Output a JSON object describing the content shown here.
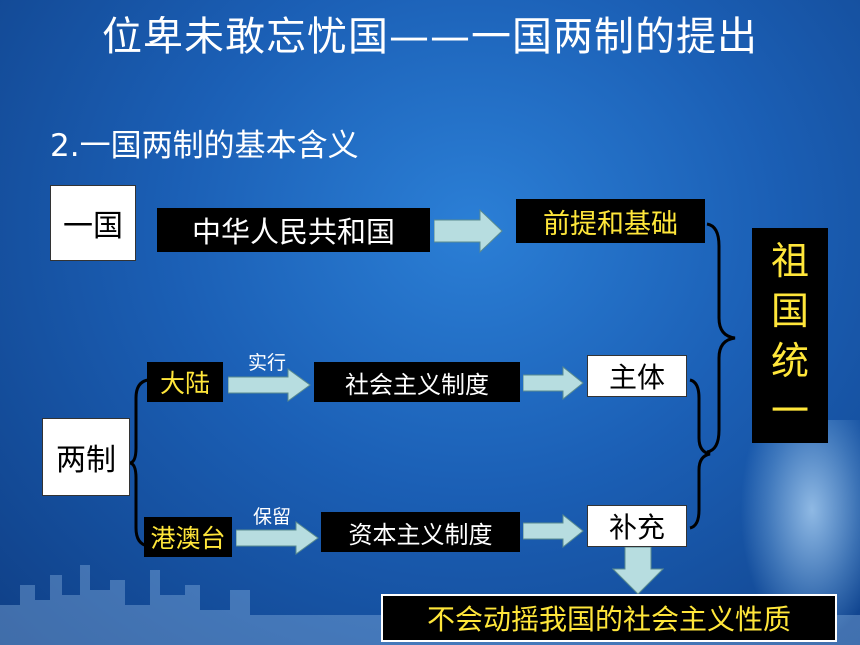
{
  "title": "位卑未敢忘忧国——一国两制的提出",
  "subtitle": "2.一国两制的基本含义",
  "one_country": {
    "label": "一国",
    "entity": "中华人民共和国",
    "basis": "前提和基础"
  },
  "two_systems": {
    "label": "两制",
    "mainland": "大陆",
    "mainland_action": "实行",
    "socialism": "社会主义制度",
    "main_body": "主体",
    "hk_macau_tw": "港澳台",
    "hk_action": "保留",
    "capitalism": "资本主义制度",
    "supplement": "补充"
  },
  "unification": [
    "祖",
    "国",
    "统",
    "一"
  ],
  "conclusion": "不会动摇我国的社会主义性质",
  "colors": {
    "background": "#1b5fb5",
    "highlight_text": "#ffe63a"
  }
}
